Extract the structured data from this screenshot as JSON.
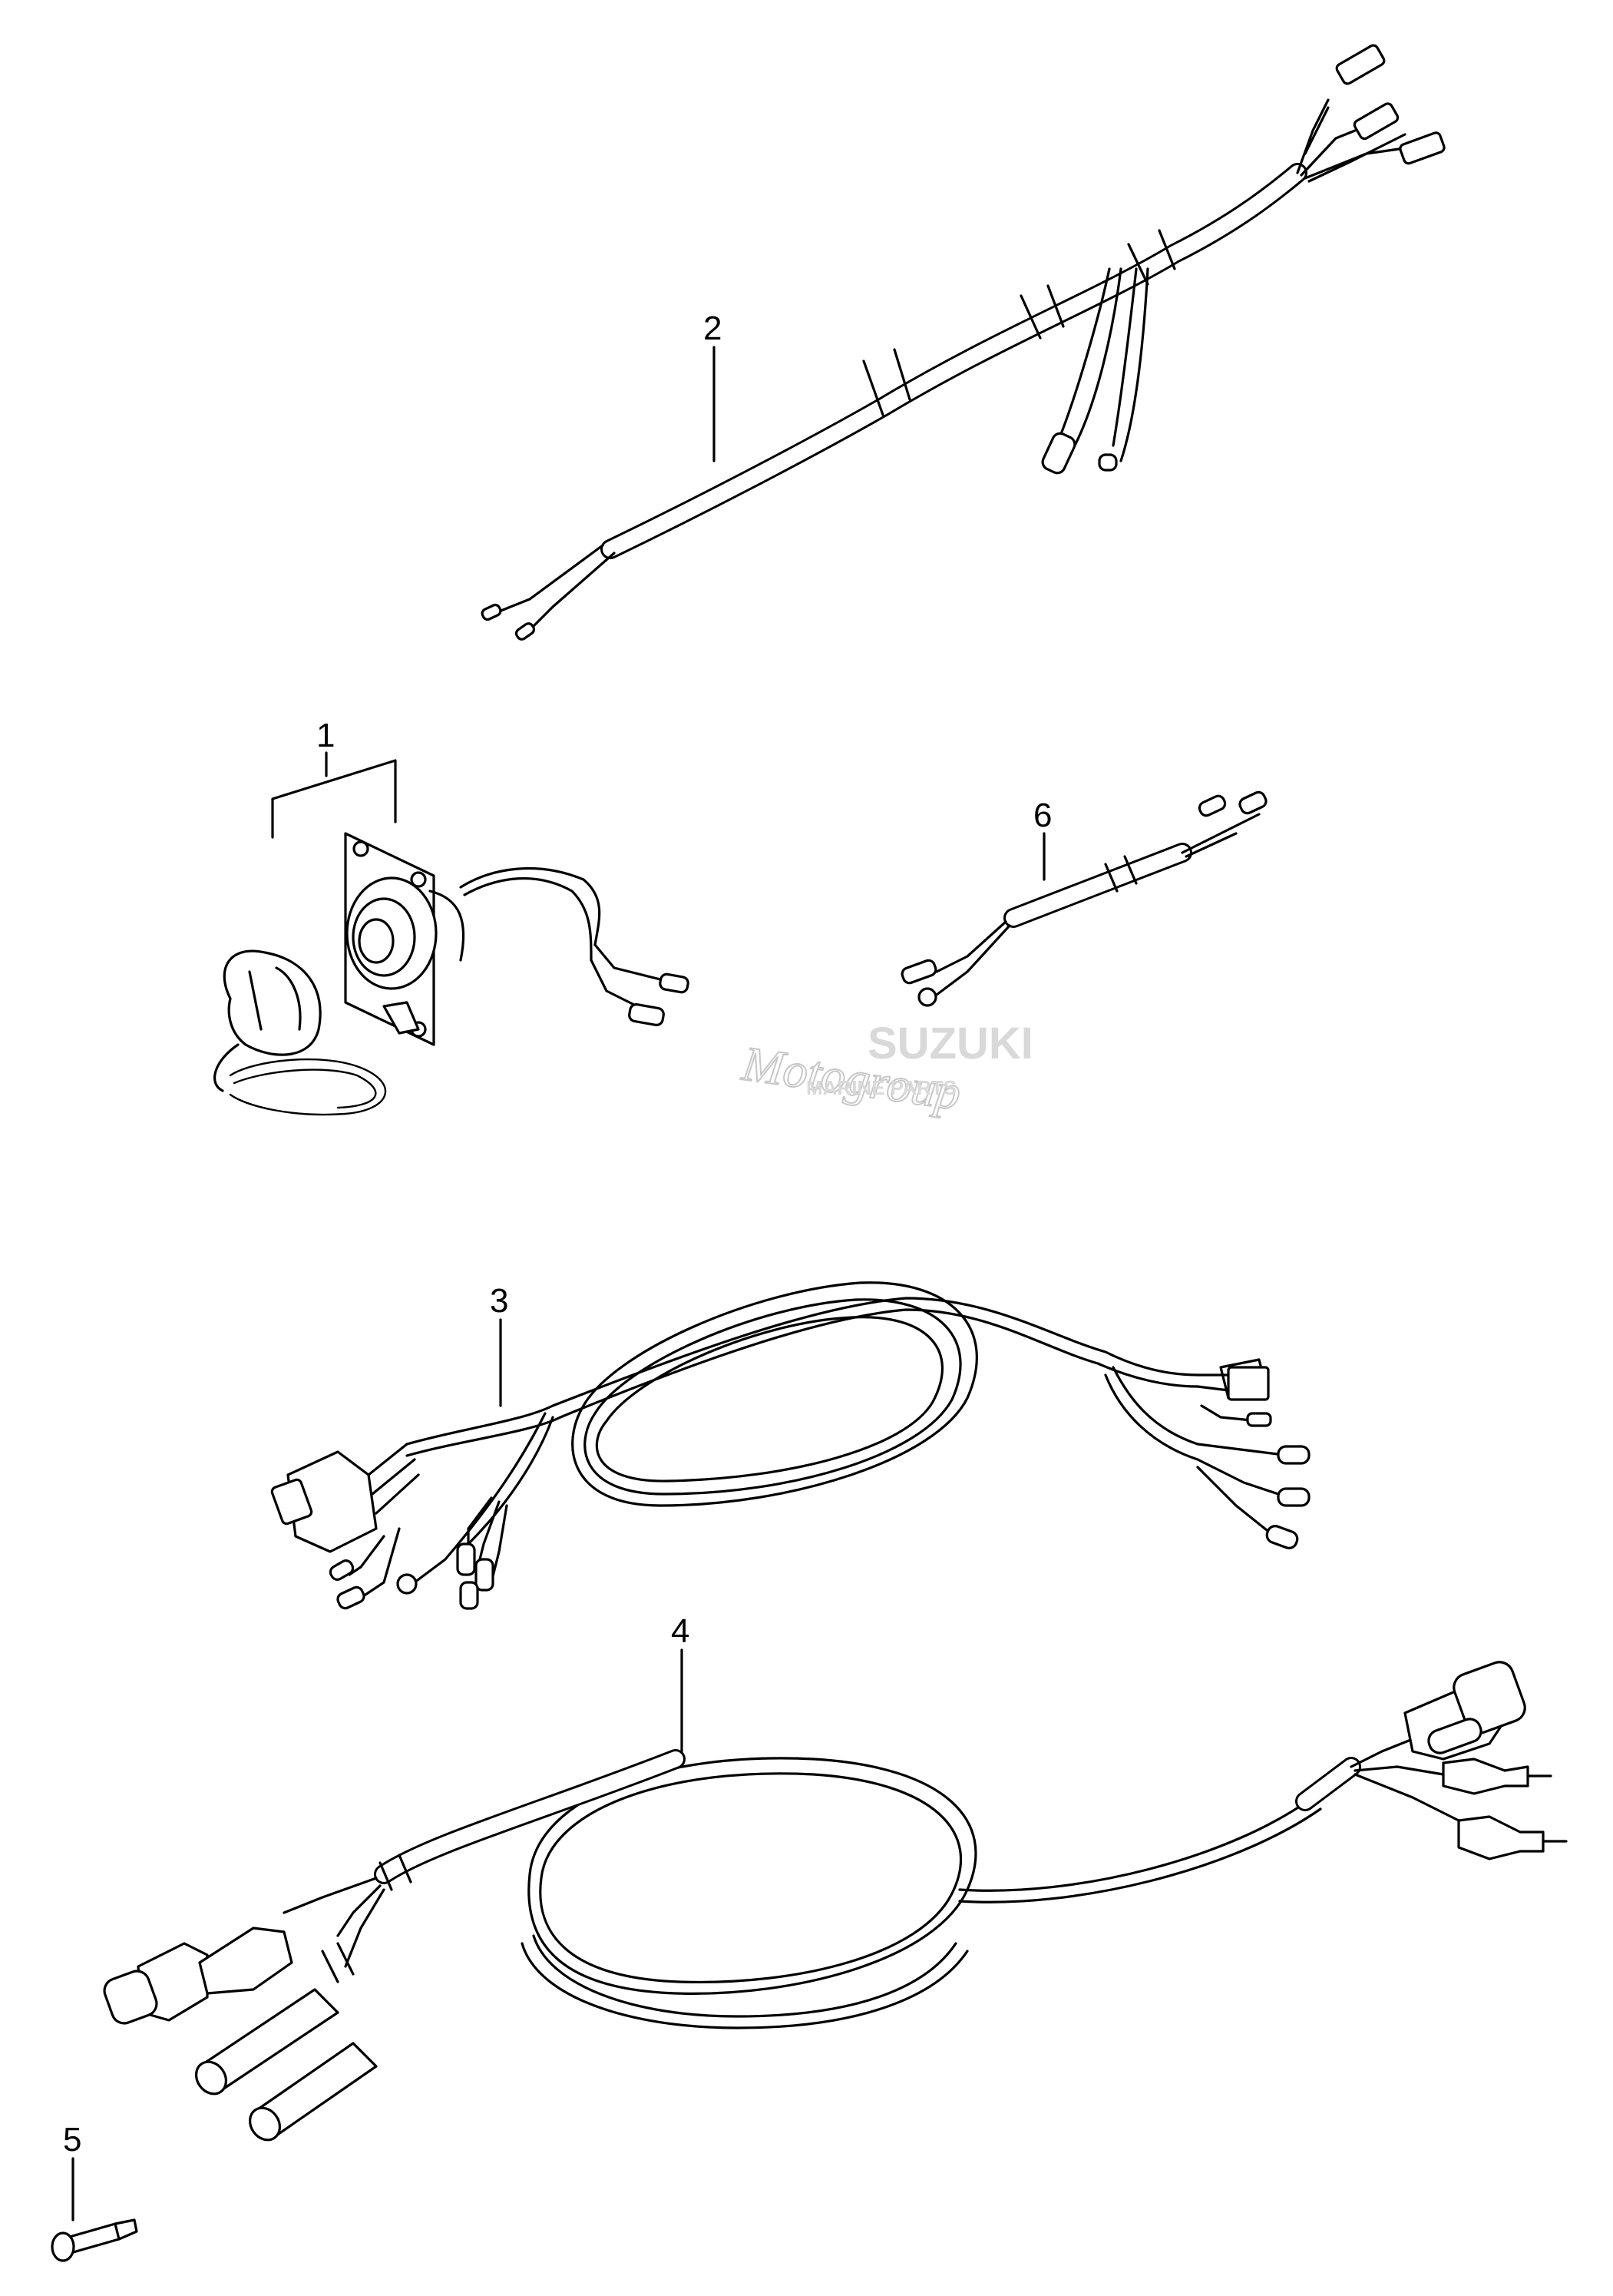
{
  "callouts": [
    {
      "id": "1",
      "label": "1"
    },
    {
      "id": "2",
      "label": "2"
    },
    {
      "id": "3",
      "label": "3"
    },
    {
      "id": "4",
      "label": "4"
    },
    {
      "id": "5",
      "label": "5"
    },
    {
      "id": "6",
      "label": "6"
    }
  ],
  "watermark": {
    "brand": "SUZUKI",
    "sub": "MARINE PARTS",
    "script": "Motogroup"
  },
  "icons": [
    "harness-2",
    "switch-assembly-1",
    "lead-wire-6",
    "harness-3",
    "harness-4",
    "pin-5",
    "watermark-logo"
  ]
}
